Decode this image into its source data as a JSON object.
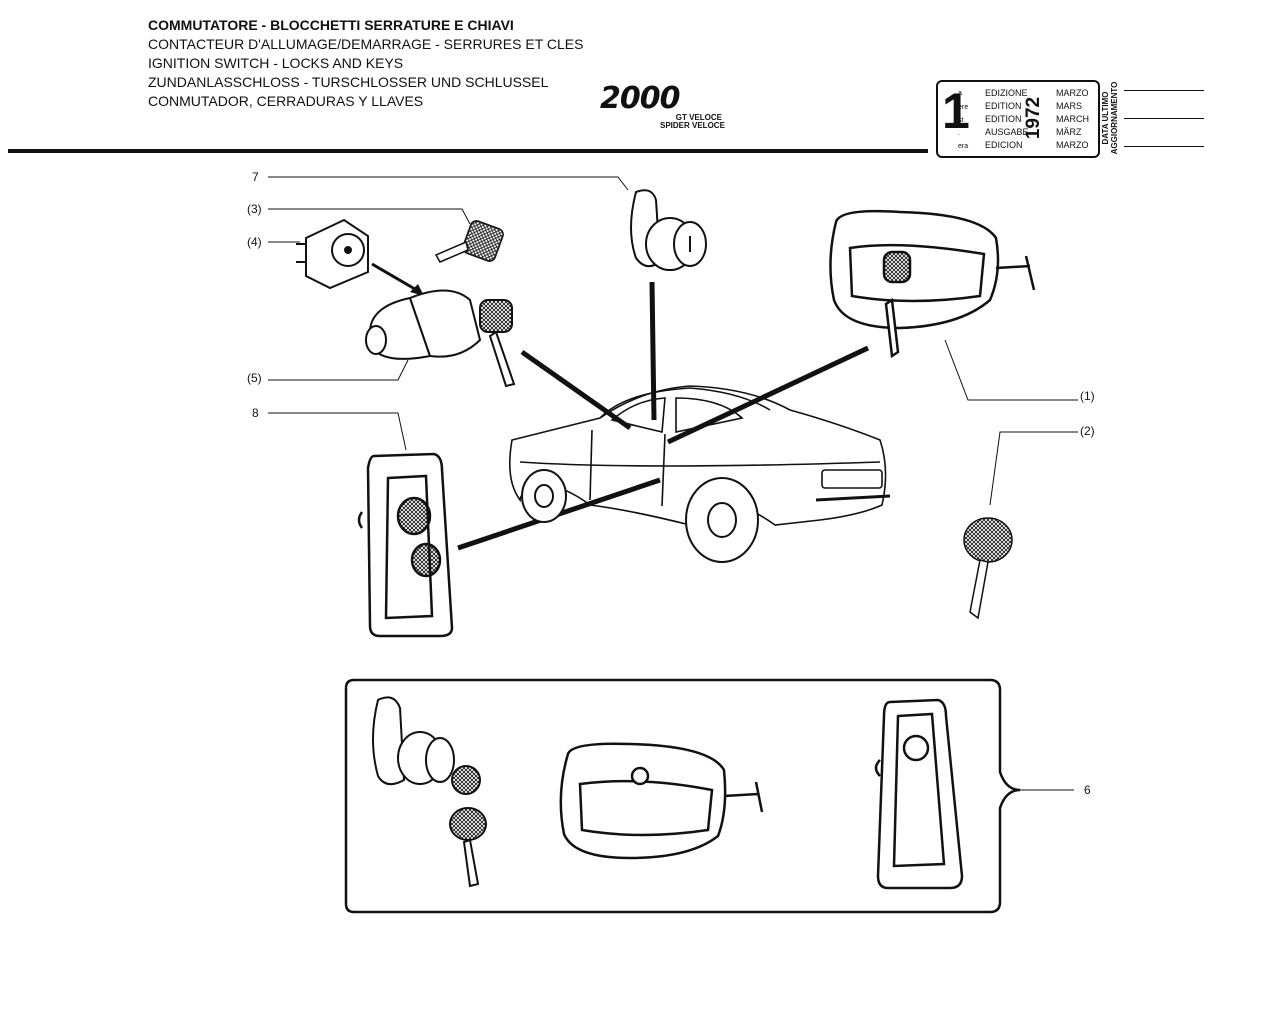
{
  "header": {
    "titles": [
      "COMMUTATORE - BLOCCHETTI SERRATURE E CHIAVI",
      "CONTACTEUR D'ALLUMAGE/DEMARRAGE - SERRURES ET CLES",
      "IGNITION SWITCH - LOCKS AND KEYS",
      "ZUNDANLASSCHLOSS - TURSCHLOSSER UND SCHLUSSEL",
      "CONMUTADOR, CERRADURAS Y LLAVES"
    ],
    "logo": {
      "main": "2000",
      "sub1": "GT VELOCE",
      "sub2": "SPIDER VELOCE"
    }
  },
  "edition_box": {
    "number": "1",
    "suffixes": [
      "a",
      "ère",
      "st",
      ".",
      "era"
    ],
    "labels": [
      "EDIZIONE",
      "EDITION",
      "EDITION",
      "AUSGABE",
      "EDICION"
    ],
    "year": "1972",
    "months": [
      "MARZO",
      "MARS",
      "MARCH",
      "MÄRZ",
      "MARZO"
    ]
  },
  "update": {
    "label_1": "DATA ULTIMO",
    "label_2": "AGGIORNAMENTO"
  },
  "callouts": {
    "c7": "7",
    "c3": "(3)",
    "c4": "(4)",
    "c5": "(5)",
    "c8": "8",
    "c1": "(1)",
    "c2": "(2)",
    "c6": "6"
  }
}
